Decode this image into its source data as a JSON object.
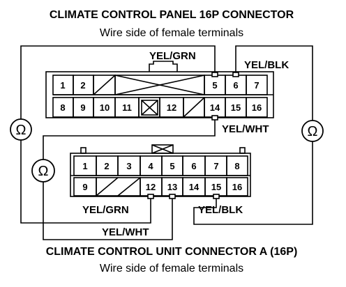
{
  "title_top": "CLIMATE CONTROL PANEL 16P CONNECTOR",
  "subtitle_top": "Wire side of female terminals",
  "title_bottom": "CLIMATE CONTROL UNIT CONNECTOR A (16P)",
  "subtitle_bottom": "Wire side of female terminals",
  "wire_labels": {
    "top_yel_grn": "YEL/GRN",
    "top_yel_blk": "YEL/BLK",
    "top_yel_wht": "YEL/WHT",
    "bottom_yel_grn": "YEL/GRN",
    "bottom_yel_blk": "YEL/BLK",
    "bottom_yel_wht": "YEL/WHT"
  },
  "ohm_symbol": "Ω",
  "top_connector": {
    "row1": [
      "1",
      "2",
      "",
      "",
      "",
      "",
      "",
      "5",
      "6",
      "7"
    ],
    "row2": [
      "8",
      "9",
      "10",
      "11",
      "",
      "12",
      "",
      "14",
      "15",
      "16"
    ]
  },
  "bottom_connector": {
    "row1": [
      "1",
      "2",
      "3",
      "4",
      "5",
      "6",
      "7",
      "8"
    ],
    "row2": [
      "9",
      "",
      "",
      "12",
      "13",
      "14",
      "15",
      "16"
    ]
  }
}
